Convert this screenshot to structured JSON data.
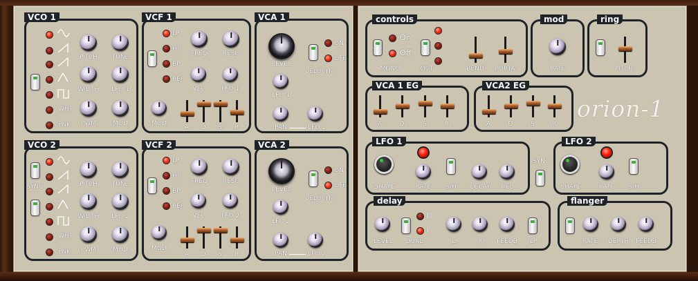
{
  "logo": "orion-1",
  "vco1": {
    "title": "VCO 1",
    "pitch": "PITCH",
    "tune": "TUNE",
    "width": "WIDTH",
    "lfo": "LFO 1",
    "pwm": "PWM",
    "mod": "MOD",
    "wht": "WHT",
    "pnk": "PNK"
  },
  "vco2": {
    "title": "VCO 2",
    "sync": "SYNC",
    "pitch": "PITCH",
    "tune": "TUNE",
    "width": "WIDTH",
    "lfo": "LFO 2",
    "pwm": "PWM",
    "mod": "MOD",
    "wht": "WHT",
    "pnk": "PNK"
  },
  "vcf1": {
    "title": "VCF 1",
    "lp": "LP",
    "hp": "HP",
    "bp": "BP",
    "rej": "REJ",
    "freq": "FREQ",
    "reso": "RESO",
    "vel": "VEL",
    "lfo": "LFO 1",
    "mod": "MOD",
    "a": "A",
    "d": "D",
    "s": "S",
    "r": "R"
  },
  "vcf2": {
    "title": "VCF 2",
    "lp": "LP",
    "hp": "HP",
    "bp": "BP",
    "rej": "REJ",
    "freq": "FREQ",
    "reso": "RESO",
    "vel": "VEL",
    "lfo": "LFO 2",
    "mod": "MOD",
    "a": "A",
    "d": "D",
    "s": "S",
    "r": "R"
  },
  "vca1": {
    "title": "VCA 1",
    "level": "LEVEL",
    "velocity": "VELOCITY",
    "on": "ON",
    "off": "OFF",
    "lfo": "LFO 1",
    "pan": "PAN",
    "panlfo": "LFO 1"
  },
  "vca2": {
    "title": "VCA 2",
    "level": "LEVEL",
    "velocity": "VELOCITY",
    "on": "ON",
    "off": "OFF",
    "lfo": "LFO 2",
    "pan": "PAN",
    "panlfo": "LFO 2"
  },
  "controls": {
    "title": "controls",
    "on": "On",
    "off": "Off",
    "mono": "MONO",
    "oct": "OCT",
    "bend": "BEND",
    "porta": "PORTA"
  },
  "mod": {
    "title": "mod",
    "rate": "RATE"
  },
  "ring": {
    "title": "ring",
    "pitch": "PITCH"
  },
  "vca1eg": {
    "title": "VCA 1 EG",
    "a": "A",
    "d": "D",
    "s": "S",
    "r": "R"
  },
  "vca2eg": {
    "title": "VCA2 EG",
    "a": "A",
    "d": "D",
    "s": "S",
    "r": "R"
  },
  "lfo1": {
    "title": "LFO 1",
    "shape": "SHAPE",
    "rate": "RATE",
    "sh": "S/H",
    "delay": "DELAY",
    "rel": "REL"
  },
  "sync": "SYNC",
  "lfo2": {
    "title": "LFO 2",
    "shape": "SHAPE",
    "rate": "RATE",
    "sh": "S/H"
  },
  "delay": {
    "title": "delay",
    "level": "LEVEL",
    "dual": "DUAL",
    "ii": "II",
    "i": "I",
    "l": "L",
    "r": "R",
    "feedb": "FEEDB",
    "lp": "LP"
  },
  "flanger": {
    "title": "flanger",
    "rate": "RATE",
    "depth": "DEPTH",
    "feedb": "FEEDB"
  }
}
